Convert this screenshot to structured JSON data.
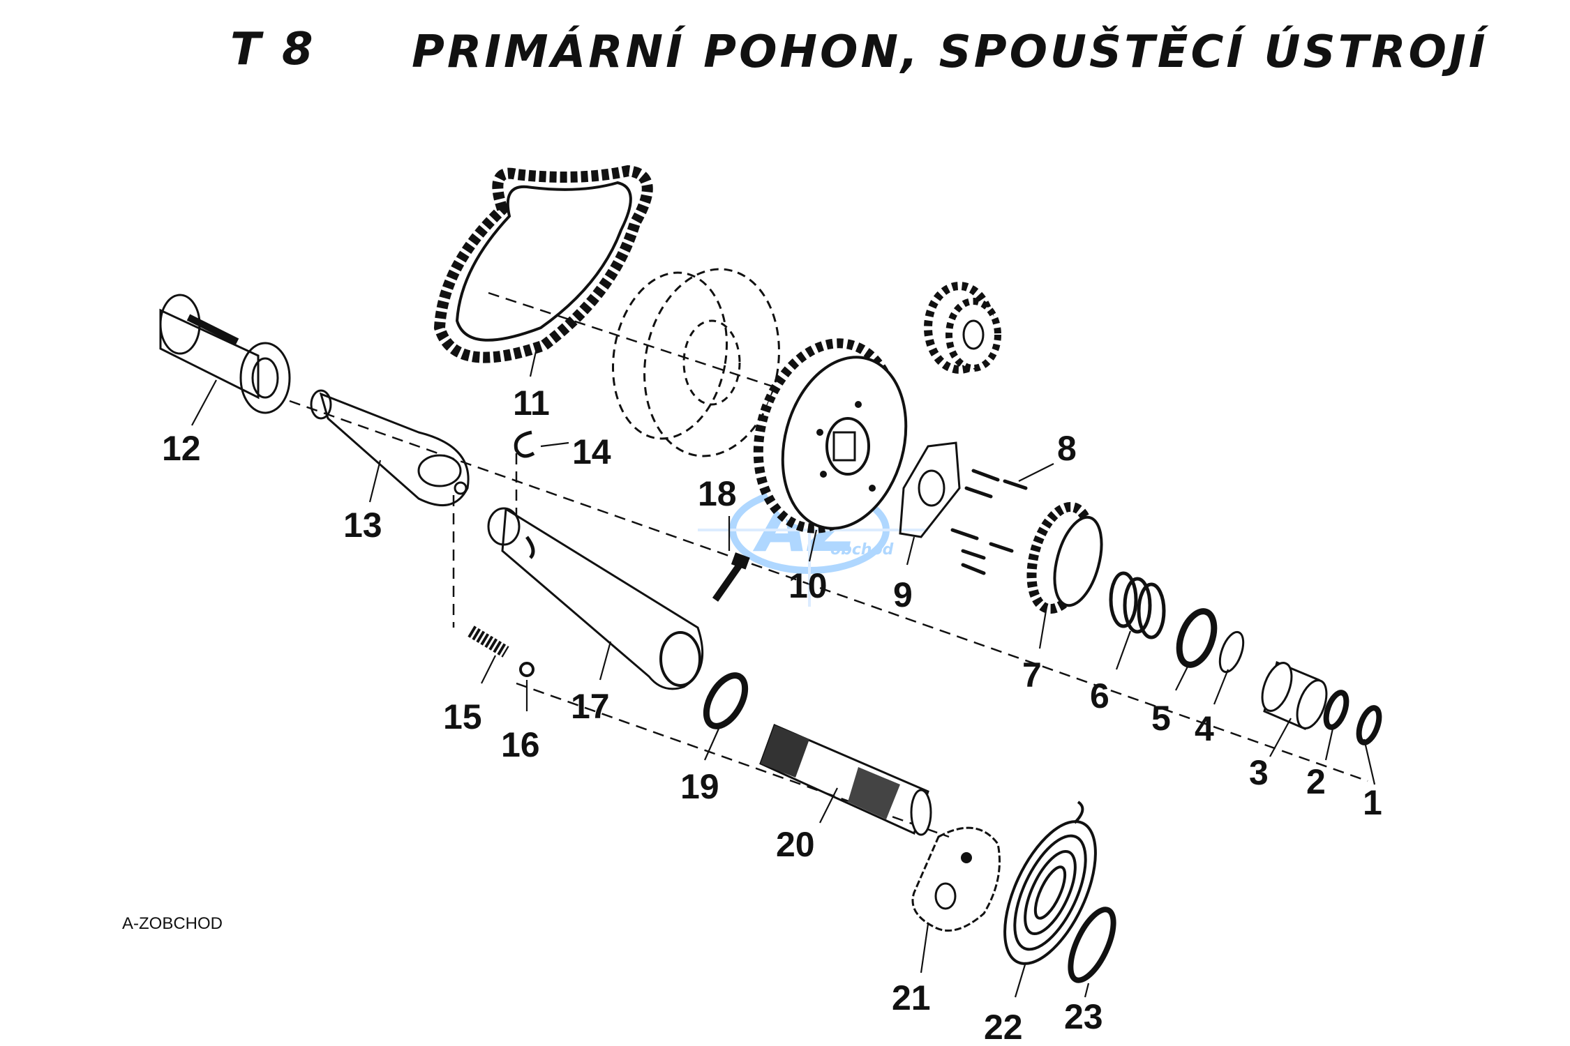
{
  "header": {
    "code": "T 8",
    "title": "PRIMÁRNÍ POHON, SPOUŠTĚCÍ ÚSTROJÍ"
  },
  "footer": {
    "source": "A-ZOBCHOD"
  },
  "watermark": {
    "logo_letters": "AZ",
    "logo_sub": "obchod",
    "color": "#1e90ff"
  },
  "callouts": [
    "1",
    "2",
    "3",
    "4",
    "5",
    "6",
    "7",
    "8",
    "9",
    "10",
    "11",
    "12",
    "13",
    "14",
    "15",
    "16",
    "17",
    "18",
    "19",
    "20",
    "21",
    "22",
    "23"
  ]
}
